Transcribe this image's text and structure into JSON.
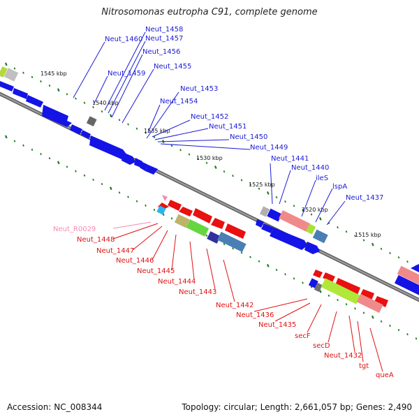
{
  "title": "Nitrosomonas eutropha C91, complete genome",
  "footer": {
    "accession": "Accession: NC_008344",
    "summary": "Topology: circular; Length: 2,661,057 bp; Genes: 2,490"
  },
  "colors": {
    "backbone": "#707070",
    "forward_label": "#1a1ad6",
    "reverse_label": "#e01010",
    "rna_label": "#f58ab0",
    "tick": "#1e7a1e"
  },
  "kbp_marks": [
    {
      "label": "1545 kbp"
    },
    {
      "label": "1540 kbp"
    },
    {
      "label": "1535 kbp"
    },
    {
      "label": "1530 kbp"
    },
    {
      "label": "1525 kbp"
    },
    {
      "label": "1520 kbp"
    },
    {
      "label": "1515 kbp"
    }
  ],
  "forward_labels": [
    "Neut_1458",
    "Neut_1460",
    "Neut_1457",
    "Neut_1456",
    "Neut_1459",
    "Neut_1455",
    "Neut_1453",
    "Neut_1454",
    "Neut_1452",
    "Neut_1451",
    "Neut_1450",
    "Neut_1449",
    "Neut_1441",
    "Neut_1440",
    "ileS",
    "lspA",
    "Neut_1437"
  ],
  "reverse_labels": [
    "Neut_R0029",
    "Neut_1448",
    "Neut_1447",
    "Neut_1446",
    "Neut_1445",
    "Neut_1444",
    "Neut_1443",
    "Neut_1442",
    "Neut_1436",
    "Neut_1435",
    "secF",
    "secD",
    "Neut_1432",
    "tgt",
    "queA"
  ]
}
